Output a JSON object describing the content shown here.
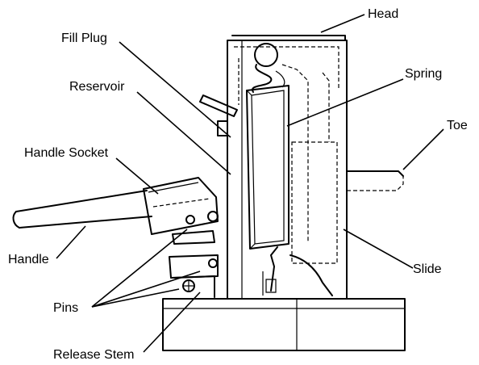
{
  "labels": {
    "head": "Head",
    "fill_plug": "Fill Plug",
    "spring": "Spring",
    "reservoir": "Reservoir",
    "toe": "Toe",
    "handle_socket": "Handle Socket",
    "handle": "Handle",
    "slide": "Slide",
    "pins": "Pins",
    "release_stem": "Release Stem"
  }
}
